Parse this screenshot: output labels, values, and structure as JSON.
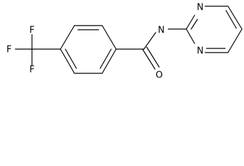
{
  "molecule": {
    "atoms": {
      "f_top": "F",
      "f_left": "F",
      "f_bottom": "F",
      "amide_oxygen": "O",
      "amide_nitrogen": "N",
      "ring_nitrogen_top": "N",
      "ring_nitrogen_bottom": "N"
    },
    "colors": {
      "bond": "#000000",
      "label": "#000000",
      "background": "#ffffff"
    }
  }
}
